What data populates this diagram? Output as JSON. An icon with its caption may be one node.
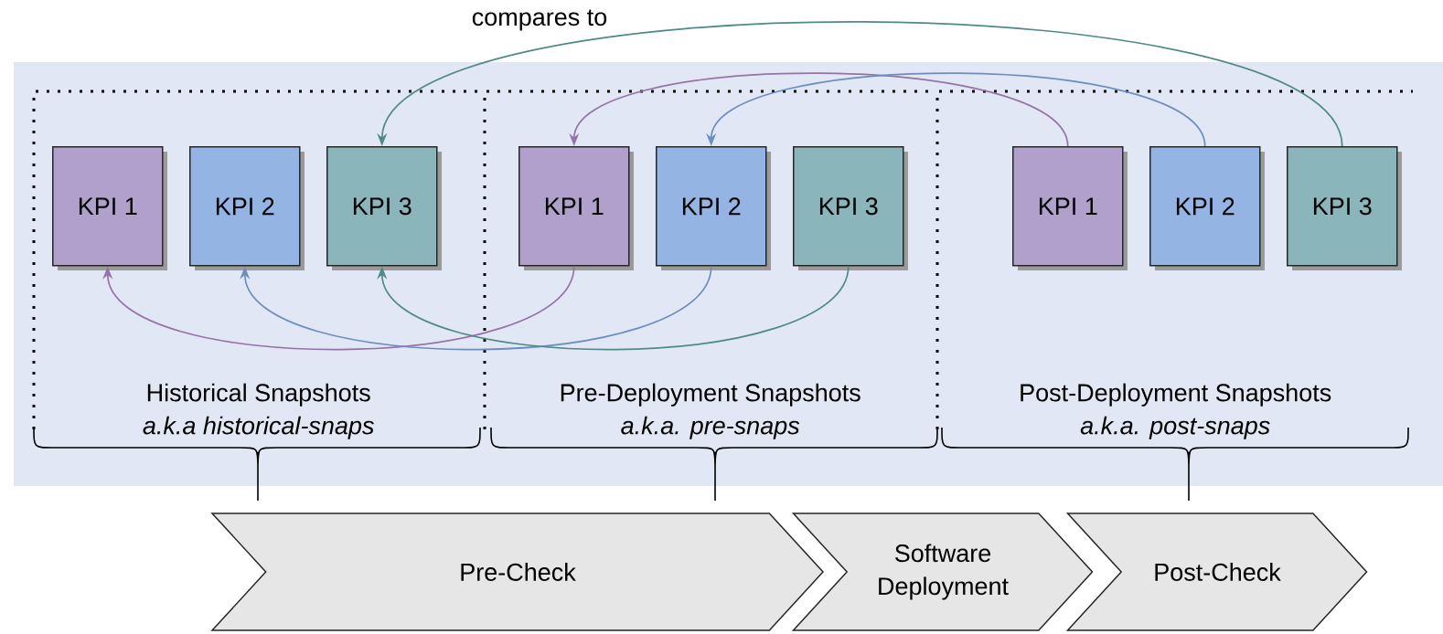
{
  "diagram": {
    "nodes": [
      {
        "text": [
          "Historical Snapshots",
          "a.k.a historical-snaps"
        ]
      },
      {
        "text": [
          "KPI 1"
        ],
        "in": 0
      },
      {
        "text": [
          "KPI 2"
        ],
        "in": 0
      },
      {
        "text": [
          "KPI 3"
        ],
        "in": 0
      },
      {
        "text": [
          "Pre-Deployment Snapshots",
          "a.k.a. pre-snaps"
        ]
      },
      {
        "text": [
          "KPI 1"
        ],
        "in": 4
      },
      {
        "text": [
          "KPI 2"
        ],
        "in": 4
      },
      {
        "text": [
          "KPI 3"
        ],
        "in": 4
      },
      {
        "text": [
          "Post-Deployment Snapshots",
          "a.k.a. post-snaps"
        ]
      },
      {
        "text": [
          "KPI 1"
        ],
        "in": 8
      },
      {
        "text": [
          "KPI 2"
        ],
        "in": 8
      },
      {
        "text": [
          "KPI 3"
        ],
        "in": 8
      },
      {
        "text": [
          "Pre-Check"
        ]
      },
      {
        "text": [
          "Software Deployment"
        ]
      },
      {
        "text": [
          "Post-Check"
        ]
      }
    ],
    "edges": [
      {
        "from": 9,
        "to": 5,
        "arrow": "to",
        "color": "#9673a6"
      },
      {
        "from": 10,
        "to": 6,
        "arrow": "to",
        "color": "#6c8ebf"
      },
      {
        "from": 11,
        "to": 3,
        "arrow": "to",
        "color": "#4e8b84",
        "label": "compares to"
      },
      {
        "from": 5,
        "to": 1,
        "arrow": "to",
        "color": "#9673a6"
      },
      {
        "from": 6,
        "to": 2,
        "arrow": "to",
        "color": "#6c8ebf"
      },
      {
        "from": 7,
        "to": 3,
        "arrow": "to",
        "color": "#4e8b84"
      }
    ]
  }
}
